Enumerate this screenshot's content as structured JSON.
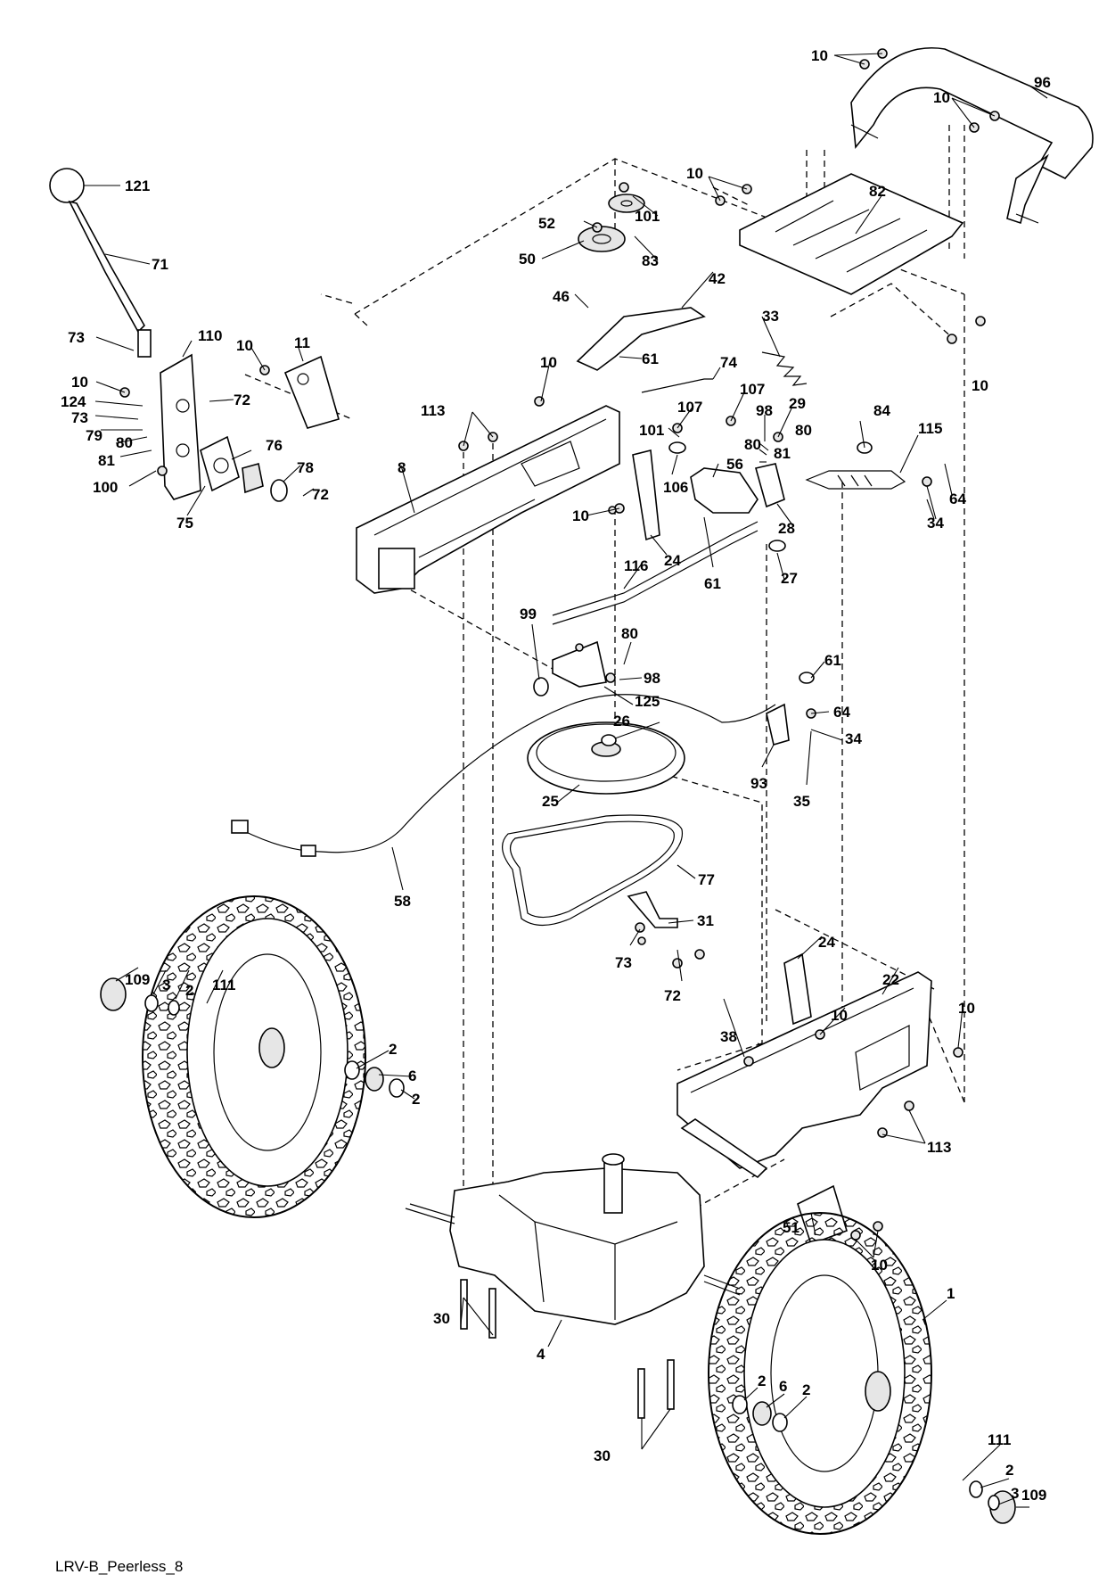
{
  "diagram": {
    "footer": "LRV-B_Peerless_8",
    "callouts": [
      {
        "id": "c-10-a",
        "text": "10"
      },
      {
        "id": "c-96",
        "text": "96"
      },
      {
        "id": "c-10-b",
        "text": "10"
      },
      {
        "id": "c-10-c",
        "text": "10"
      },
      {
        "id": "c-82",
        "text": "82"
      },
      {
        "id": "c-121",
        "text": "121"
      },
      {
        "id": "c-101-a",
        "text": "101"
      },
      {
        "id": "c-52",
        "text": "52"
      },
      {
        "id": "c-83",
        "text": "83"
      },
      {
        "id": "c-50",
        "text": "50"
      },
      {
        "id": "c-71",
        "text": "71"
      },
      {
        "id": "c-42",
        "text": "42"
      },
      {
        "id": "c-46",
        "text": "46"
      },
      {
        "id": "c-33",
        "text": "33"
      },
      {
        "id": "c-10-d",
        "text": "10"
      },
      {
        "id": "c-73-a",
        "text": "73"
      },
      {
        "id": "c-110",
        "text": "110"
      },
      {
        "id": "c-10-e",
        "text": "10"
      },
      {
        "id": "c-11",
        "text": "11"
      },
      {
        "id": "c-61-a",
        "text": "61"
      },
      {
        "id": "c-10-f",
        "text": "10"
      },
      {
        "id": "c-74",
        "text": "74"
      },
      {
        "id": "c-10-g",
        "text": "10"
      },
      {
        "id": "c-124",
        "text": "124"
      },
      {
        "id": "c-72-a",
        "text": "72"
      },
      {
        "id": "c-107-a",
        "text": "107"
      },
      {
        "id": "c-29",
        "text": "29"
      },
      {
        "id": "c-113-a",
        "text": "113"
      },
      {
        "id": "c-107-b",
        "text": "107"
      },
      {
        "id": "c-98-a",
        "text": "98"
      },
      {
        "id": "c-84",
        "text": "84"
      },
      {
        "id": "c-73-b",
        "text": "73"
      },
      {
        "id": "c-101-b",
        "text": "101"
      },
      {
        "id": "c-80-a",
        "text": "80"
      },
      {
        "id": "c-115",
        "text": "115"
      },
      {
        "id": "c-79",
        "text": "79"
      },
      {
        "id": "c-80-b",
        "text": "80"
      },
      {
        "id": "c-76",
        "text": "76"
      },
      {
        "id": "c-80-c",
        "text": "80"
      },
      {
        "id": "c-81-a",
        "text": "81"
      },
      {
        "id": "c-81-b",
        "text": "81"
      },
      {
        "id": "c-8",
        "text": "8"
      },
      {
        "id": "c-106",
        "text": "106"
      },
      {
        "id": "c-56",
        "text": "56"
      },
      {
        "id": "c-100",
        "text": "100"
      },
      {
        "id": "c-78",
        "text": "78"
      },
      {
        "id": "c-64-a",
        "text": "64"
      },
      {
        "id": "c-72-b",
        "text": "72"
      },
      {
        "id": "c-10-h",
        "text": "10"
      },
      {
        "id": "c-75",
        "text": "75"
      },
      {
        "id": "c-34-a",
        "text": "34"
      },
      {
        "id": "c-28",
        "text": "28"
      },
      {
        "id": "c-24-a",
        "text": "24"
      },
      {
        "id": "c-116",
        "text": "116"
      },
      {
        "id": "c-61-b",
        "text": "61"
      },
      {
        "id": "c-27",
        "text": "27"
      },
      {
        "id": "c-99",
        "text": "99"
      },
      {
        "id": "c-80-d",
        "text": "80"
      },
      {
        "id": "c-98-b",
        "text": "98"
      },
      {
        "id": "c-125",
        "text": "125"
      },
      {
        "id": "c-61-c",
        "text": "61"
      },
      {
        "id": "c-26",
        "text": "26"
      },
      {
        "id": "c-64-b",
        "text": "64"
      },
      {
        "id": "c-34-b",
        "text": "34"
      },
      {
        "id": "c-93",
        "text": "93"
      },
      {
        "id": "c-35",
        "text": "35"
      },
      {
        "id": "c-25",
        "text": "25"
      },
      {
        "id": "c-77",
        "text": "77"
      },
      {
        "id": "c-58",
        "text": "58"
      },
      {
        "id": "c-31",
        "text": "31"
      },
      {
        "id": "c-73-c",
        "text": "73"
      },
      {
        "id": "c-72-c",
        "text": "72"
      },
      {
        "id": "c-24-b",
        "text": "24"
      },
      {
        "id": "c-109-a",
        "text": "109"
      },
      {
        "id": "c-3-a",
        "text": "3"
      },
      {
        "id": "c-2-a",
        "text": "2"
      },
      {
        "id": "c-111-a",
        "text": "111"
      },
      {
        "id": "c-22",
        "text": "22"
      },
      {
        "id": "c-10-i",
        "text": "10"
      },
      {
        "id": "c-10-j",
        "text": "10"
      },
      {
        "id": "c-38",
        "text": "38"
      },
      {
        "id": "c-2-b",
        "text": "2"
      },
      {
        "id": "c-6-a",
        "text": "6"
      },
      {
        "id": "c-2-c",
        "text": "2"
      },
      {
        "id": "c-113-b",
        "text": "113"
      },
      {
        "id": "c-51",
        "text": "51"
      },
      {
        "id": "c-10-k",
        "text": "10"
      },
      {
        "id": "c-30-a",
        "text": "30"
      },
      {
        "id": "c-4",
        "text": "4"
      },
      {
        "id": "c-1",
        "text": "1"
      },
      {
        "id": "c-2-d",
        "text": "2"
      },
      {
        "id": "c-6-b",
        "text": "6"
      },
      {
        "id": "c-2-e",
        "text": "2"
      },
      {
        "id": "c-30-b",
        "text": "30"
      },
      {
        "id": "c-111-b",
        "text": "111"
      },
      {
        "id": "c-2-f",
        "text": "2"
      },
      {
        "id": "c-3-b",
        "text": "3"
      },
      {
        "id": "c-109-b",
        "text": "109"
      }
    ]
  }
}
